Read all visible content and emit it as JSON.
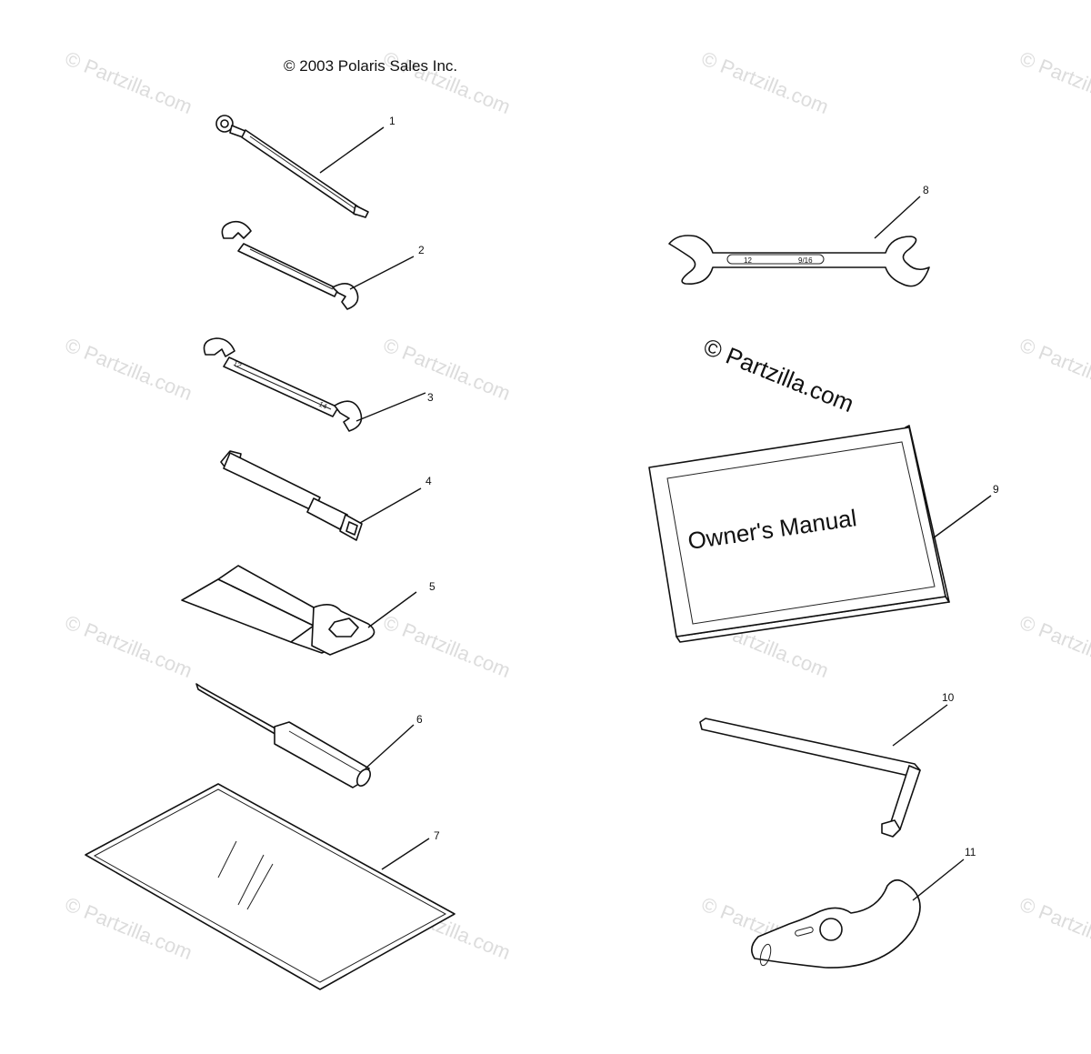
{
  "copyright": "© 2003 Polaris Sales Inc.",
  "watermark": "© Partzilla.com",
  "manual_label": "Owner's Manual",
  "wrench_8_sizes": [
    "12",
    "9/16"
  ],
  "wrench_3_sizes": [
    "12",
    "14"
  ],
  "callouts": [
    "1",
    "2",
    "3",
    "4",
    "5",
    "6",
    "7",
    "8",
    "9",
    "10",
    "11"
  ]
}
